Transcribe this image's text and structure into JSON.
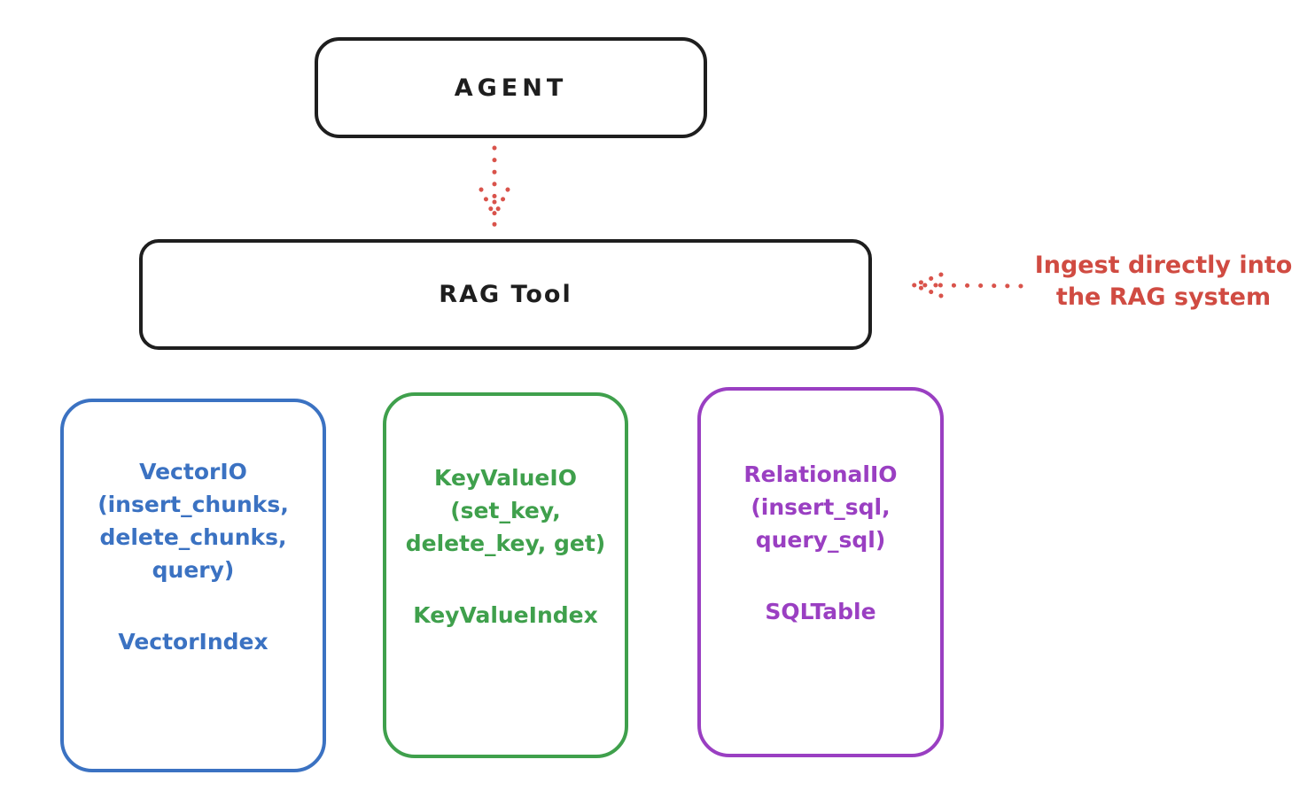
{
  "diagram": {
    "agent": {
      "label": "AGENT"
    },
    "rag_tool": {
      "label": "RAG Tool"
    },
    "annotation": {
      "text": "Ingest directly into\nthe RAG system"
    },
    "backends": [
      {
        "name": "vector",
        "io_text": "VectorIO\n(insert_chunks,\ndelete_chunks,\nquery)",
        "index_text": "VectorIndex",
        "color": "#3b72c2"
      },
      {
        "name": "keyvalue",
        "io_text": "KeyValueIO\n(set_key,\ndelete_key, get)",
        "index_text": "KeyValueIndex",
        "color": "#3fa04c"
      },
      {
        "name": "relational",
        "io_text": "RelationalIO\n(insert_sql,\nquery_sql)",
        "index_text": "SQLTable",
        "color": "#9a3fc2"
      }
    ],
    "colors": {
      "outline": "#1e1e1e",
      "annotation_red": "#d04b42",
      "background": "#ffffff"
    }
  }
}
